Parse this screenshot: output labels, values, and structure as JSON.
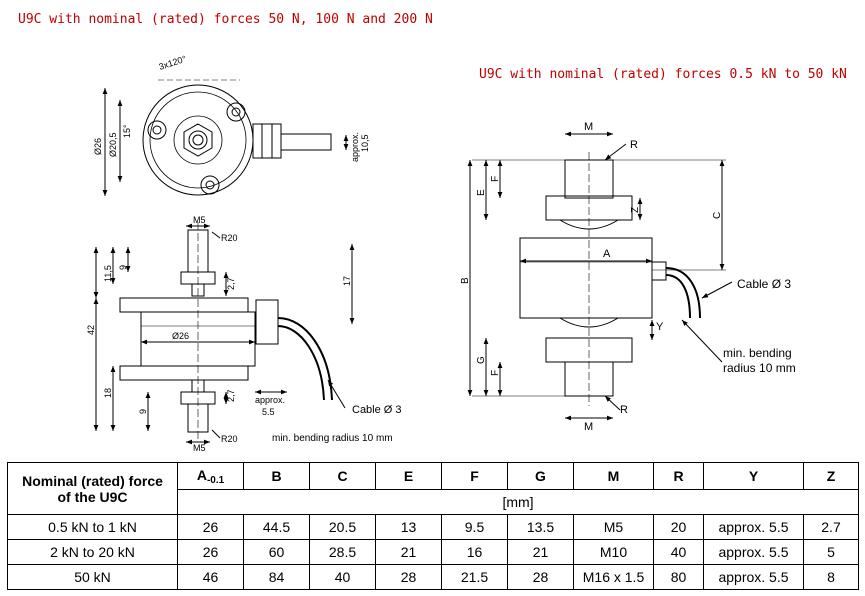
{
  "headings": {
    "small": "U9C with nominal (rated) forces 50 N, 100 N and 200 N",
    "large": "U9C with nominal (rated) forces 0.5 kN to 50 kN"
  },
  "drawing_small": {
    "top_view": {
      "angle": "3x120°",
      "d26": "Ø26",
      "d20": "Ø20,5",
      "angle15": "15°",
      "approx1": "approx.",
      "approx2": "10,5"
    },
    "side_view": {
      "m5_top": "M5",
      "r20_top": "R20",
      "d26": "Ø26",
      "d115": "11,5",
      "d9_top": "9",
      "d27_top": "2,7",
      "d17": "17",
      "d42": "42",
      "d18": "18",
      "d9_bot": "9",
      "d27_bot": "2,7",
      "m5_bot": "M5",
      "r20_bot": "R20",
      "approx": "approx.",
      "approx_val": "5.5",
      "cable": "Cable Ø 3",
      "bending": "min. bending radius 10 mm"
    }
  },
  "drawing_large": {
    "m_top": "M",
    "r_top": "R",
    "e": "E",
    "f_top": "F",
    "z": "Z",
    "c": "C",
    "a": "A",
    "b": "B",
    "cable": "Cable Ø 3",
    "y": "Y",
    "g": "G",
    "f_bot": "F",
    "bending1": "min. bending",
    "bending2": "radius 10 mm",
    "r_bot": "R",
    "m_bot": "M"
  },
  "table": {
    "header_first": "Nominal (rated) force of the U9C",
    "header_first_l1": "Nominal (rated) force",
    "header_first_l2": "of the U9C",
    "col_a": "A",
    "col_a_sub": "-0.1",
    "cols": [
      "B",
      "C",
      "E",
      "F",
      "G",
      "M",
      "R",
      "Y",
      "Z"
    ],
    "unit": "[mm]",
    "rows": [
      [
        "0.5 kN to 1 kN",
        "26",
        "44.5",
        "20.5",
        "13",
        "9.5",
        "13.5",
        "M5",
        "20",
        "approx. 5.5",
        "2.7"
      ],
      [
        "2 kN to 20 kN",
        "26",
        "60",
        "28.5",
        "21",
        "16",
        "21",
        "M10",
        "40",
        "approx. 5.5",
        "5"
      ],
      [
        "50 kN",
        "46",
        "84",
        "40",
        "28",
        "21.5",
        "28",
        "M16 x 1.5",
        "80",
        "approx. 5.5",
        "8"
      ]
    ]
  }
}
